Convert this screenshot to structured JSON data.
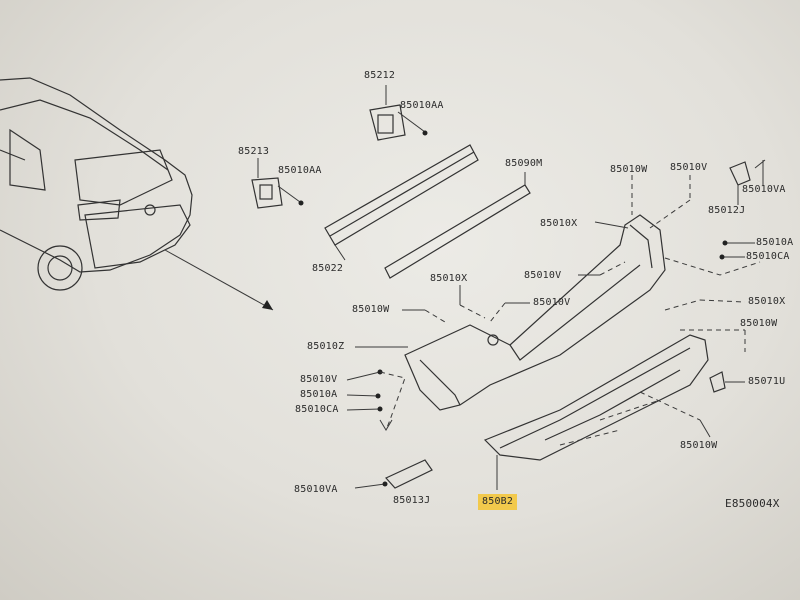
{
  "diagram": {
    "code": "E850004X",
    "labels": {
      "p85212": "85212",
      "p85010AA_top": "85010AA",
      "p85213": "85213",
      "p85010AA_left": "85010AA",
      "p85090M": "85090M",
      "p85022": "85022",
      "p85010W_top": "85010W",
      "p85010V_top": "85010V",
      "p85010VA_top": "85010VA",
      "p85012J": "85012J",
      "p85010X_a": "85010X",
      "p85010A_r": "85010A",
      "p85010CA_r": "85010CA",
      "p85010V_mid": "85010V",
      "p85010X_b": "85010X",
      "p85010W_mid": "85010W",
      "p85010V_b": "85010V",
      "p85010X_r": "85010X",
      "p85010W_r": "85010W",
      "p85010Z": "85010Z",
      "p85071U": "85071U",
      "p85010V_l": "85010V",
      "p85010A_l": "85010A",
      "p85010CA_l": "85010CA",
      "p85010W_bot": "85010W",
      "p85010VA_bot": "85010VA",
      "p85013J": "85013J",
      "p850B2": "850B2"
    }
  },
  "highlight_color": "#f2c94c"
}
